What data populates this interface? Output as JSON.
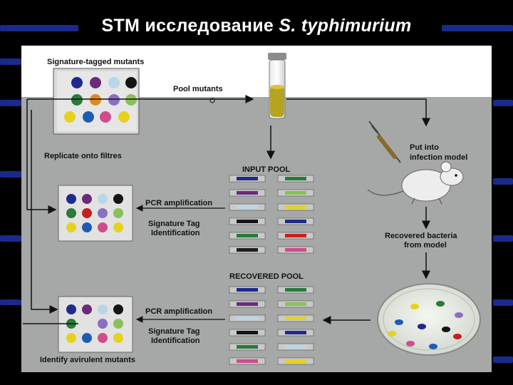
{
  "slide": {
    "title_main": "STM исследование ",
    "title_species": "S. typhimurium"
  },
  "diagram": {
    "signature_tagged_mutants": "Signature-tagged mutants",
    "pool_mutants": "Pool mutants",
    "replicate_onto_filtres": "Replicate onto filtres",
    "input_pool": "INPUT POOL",
    "put_into": "Put into",
    "infection_model": "infection model",
    "pcr_amplification_1": "PCR amplification",
    "signature_tag_1": "Signature Tag",
    "identification_1": "Identification",
    "recovered_bacteria": "Recovered bacteria",
    "from_model": "from model",
    "recovered_pool": "RECOVERED POOL",
    "pcr_amplification_2": "PCR amplification",
    "signature_tag_2": "Signature Tag",
    "identification_2": "Identification",
    "identify_avirulent": "Identify avirulent mutants"
  },
  "colors": {
    "panel_gray": "#a6a8a8",
    "stripe_blue": "#1a2a8c",
    "dot_navy": "#1f2a8a",
    "dot_purple": "#6a2b7a",
    "dot_lightblue": "#b9d6e8",
    "dot_black": "#141414",
    "dot_green": "#2a7a3a",
    "dot_red": "#c81e1e",
    "dot_lavender": "#8a6fc2",
    "dot_lightgreen": "#8ac05a",
    "dot_yellow": "#e6d21e",
    "dot_blue": "#1e5cb3",
    "dot_pink": "#d04c8c",
    "dot_orange": "#e08a1e"
  },
  "icons": [
    "tube-icon",
    "syringe-icon",
    "mouse-icon",
    "petri-dish-icon"
  ]
}
